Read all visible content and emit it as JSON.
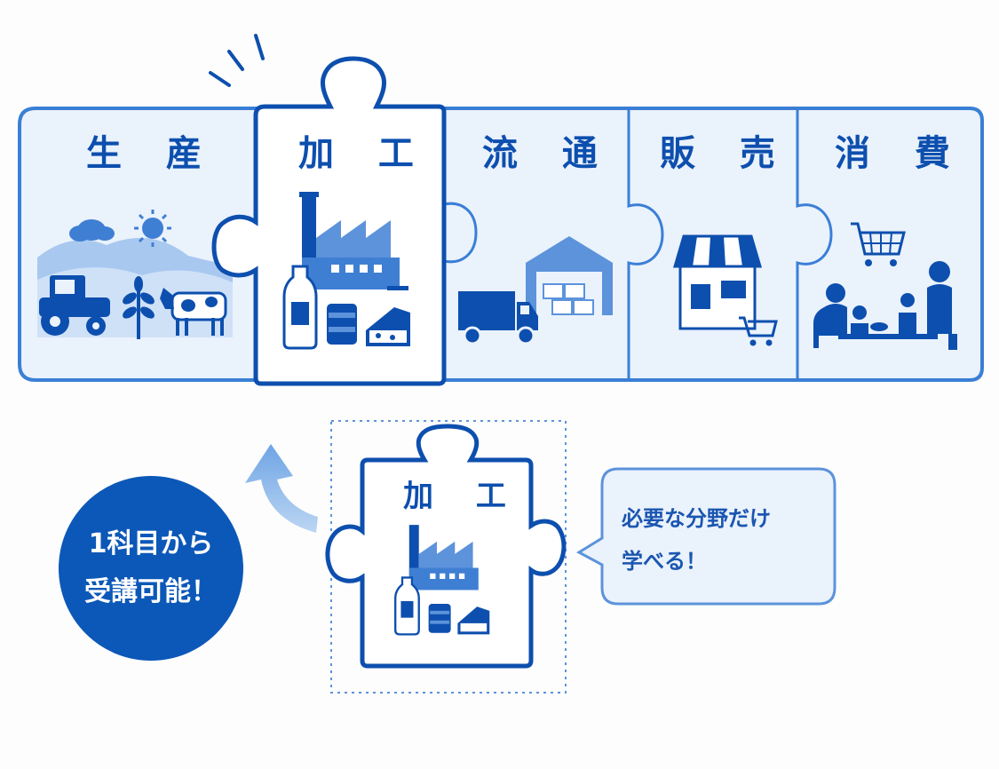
{
  "pieces": [
    {
      "label": "生 産",
      "icon": "farm-icon"
    },
    {
      "label": "加 工",
      "icon": "factory-icon"
    },
    {
      "label": "流 通",
      "icon": "warehouse-truck-icon"
    },
    {
      "label": "販 売",
      "icon": "shop-icon"
    },
    {
      "label": "消 費",
      "icon": "family-dining-icon"
    }
  ],
  "selected_piece": {
    "label": "加 工",
    "icon": "factory-icon"
  },
  "badge": {
    "line1": "1科目から",
    "line2": "受講可能！"
  },
  "bubble": {
    "line1": "必要な分野だけ",
    "line2": "学べる！"
  },
  "colors": {
    "accent": "#0d4fae",
    "light_fill": "#eaf2fc",
    "border": "#3a7fd6",
    "badge": "#0c58b8"
  }
}
